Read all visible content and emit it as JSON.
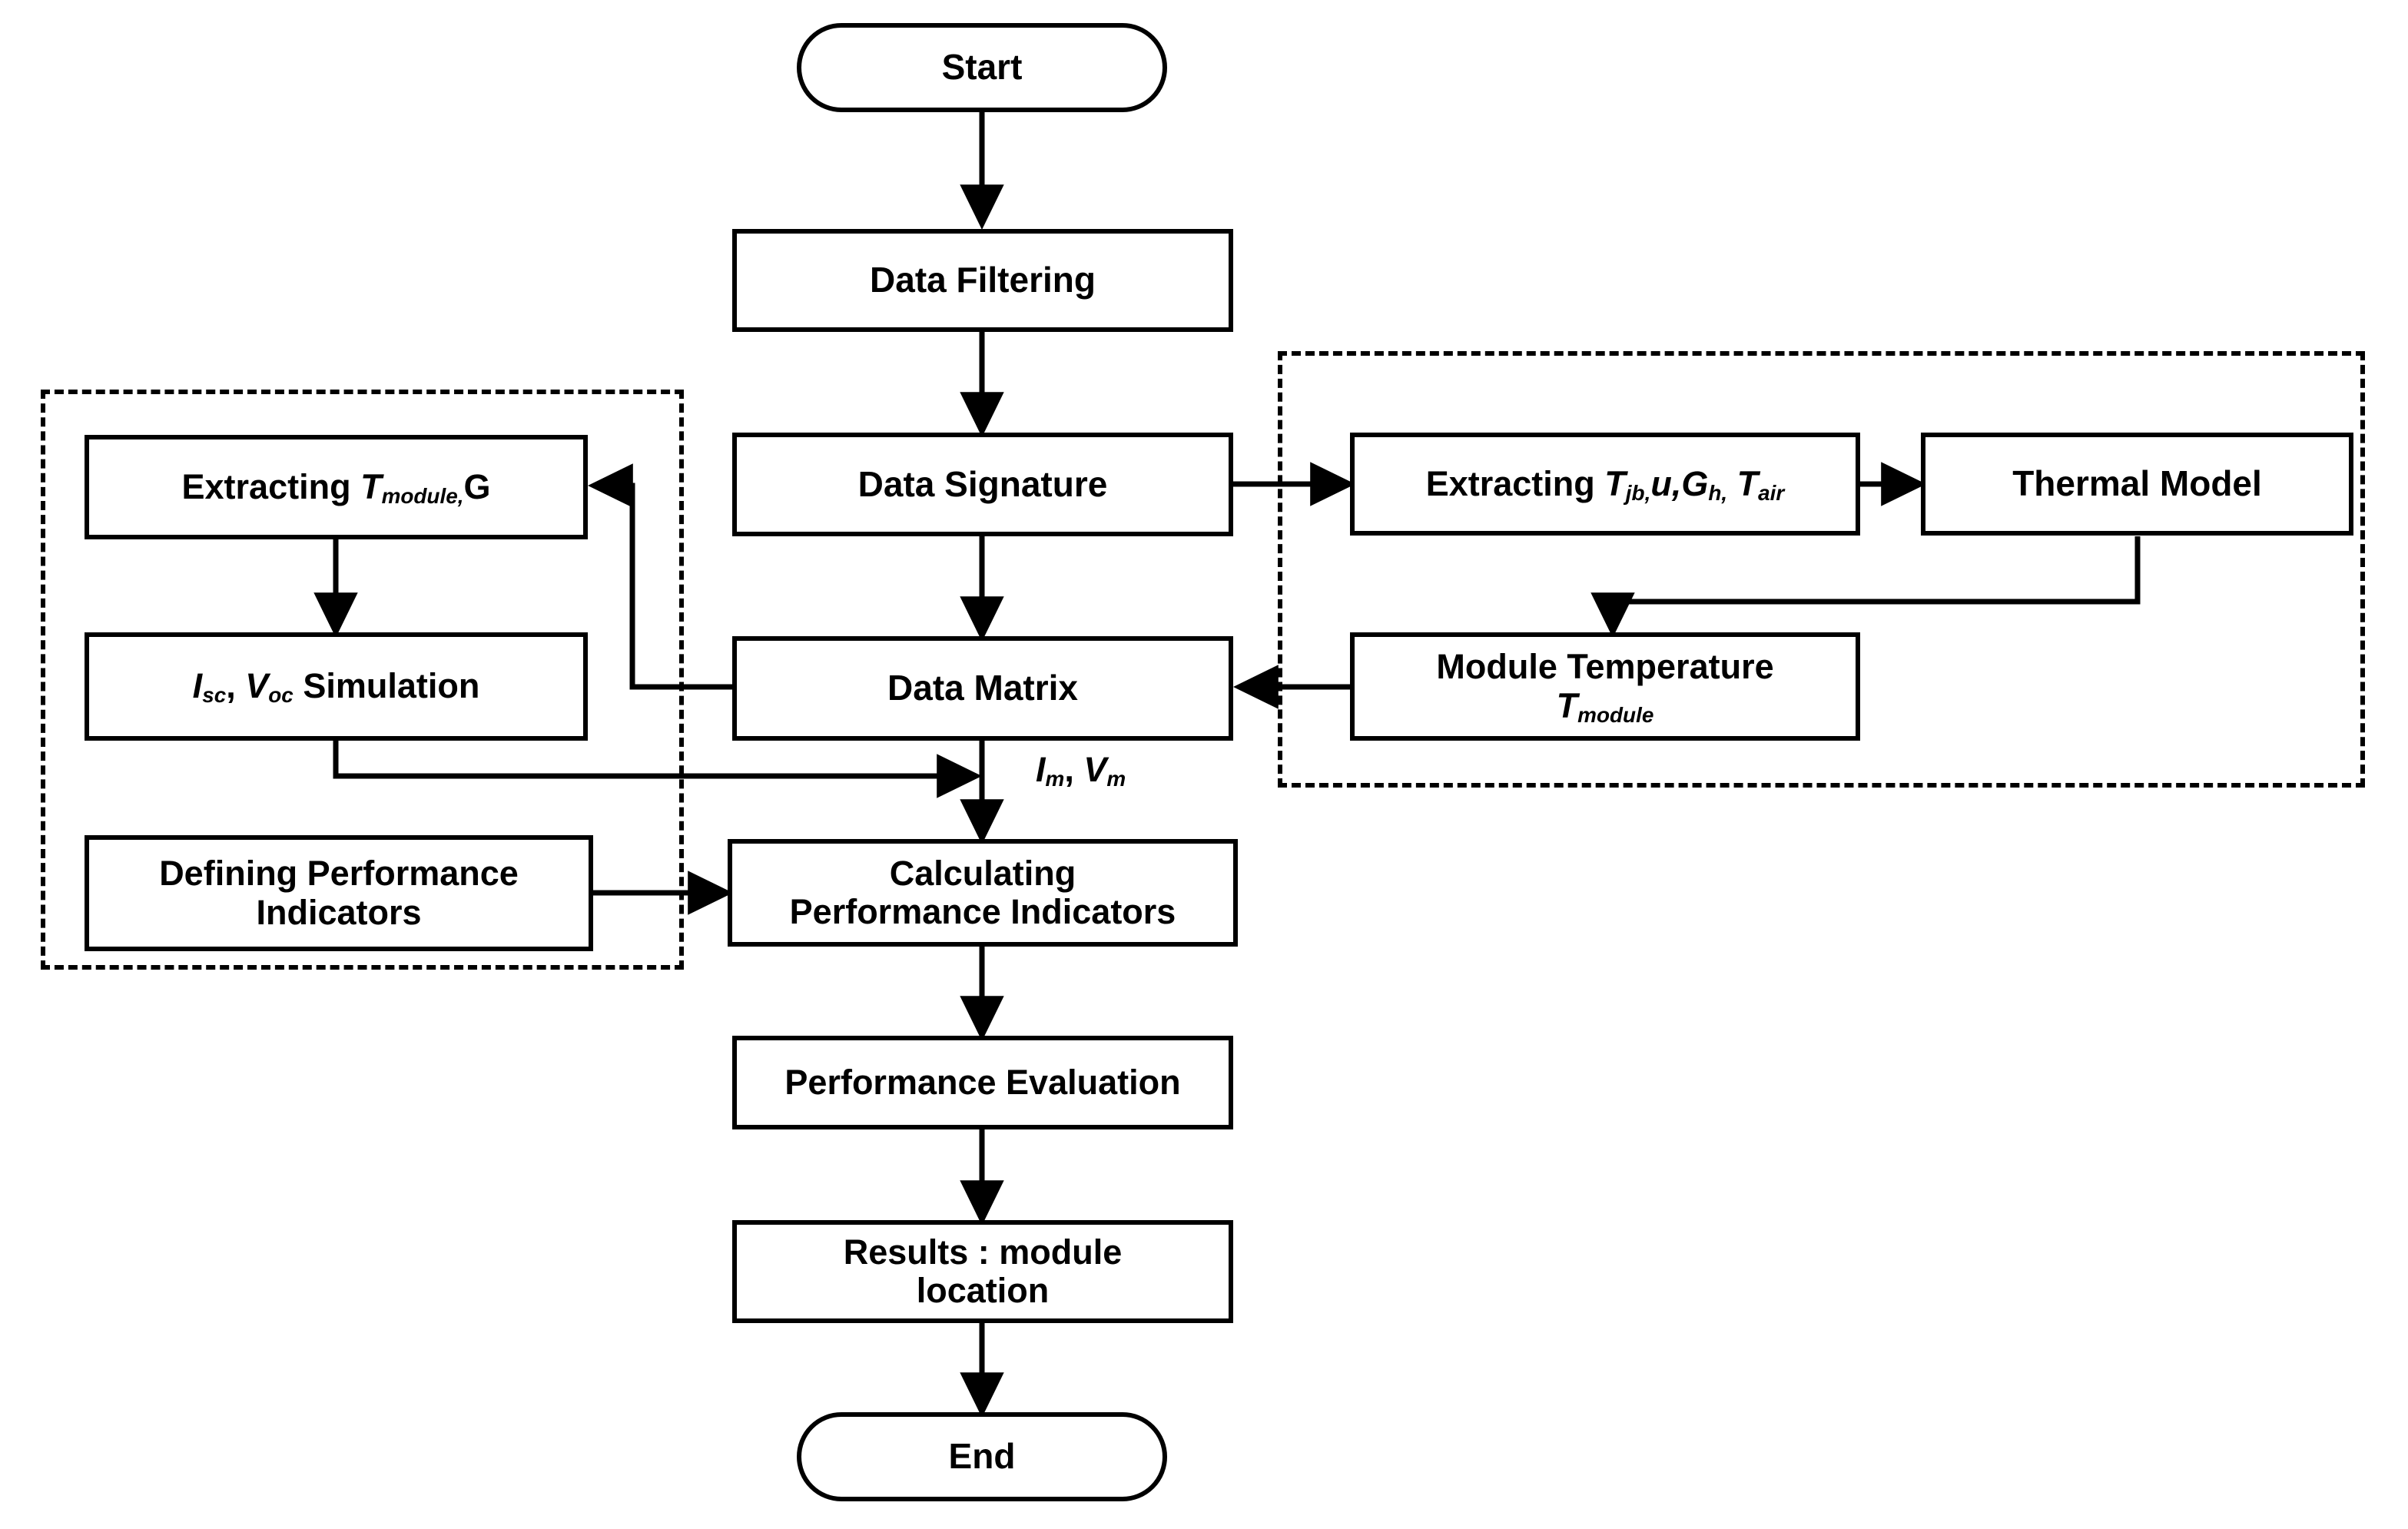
{
  "diagram": {
    "title": "PV module performance evaluation flowchart",
    "stroke_color": "#000000",
    "background_color": "#ffffff",
    "nodes": [
      {
        "id": "start",
        "label": "Start",
        "shape": "terminator"
      },
      {
        "id": "data_filtering",
        "label": "Data Filtering",
        "shape": "process"
      },
      {
        "id": "data_signature",
        "label": "Data Signature",
        "shape": "process"
      },
      {
        "id": "data_matrix",
        "label": "Data Matrix",
        "shape": "process"
      },
      {
        "id": "extract_left",
        "label": "Extracting T_module,G",
        "shape": "process"
      },
      {
        "id": "iv_sim",
        "label": "I_sc, V_oc Simulation",
        "shape": "process"
      },
      {
        "id": "define_pi",
        "label": "Defining Performance Indicators",
        "shape": "process"
      },
      {
        "id": "calc_pi",
        "label": "Calculating Performance Indicators",
        "shape": "process"
      },
      {
        "id": "extract_right",
        "label": "Extracting T_jb,u,G_h, T_air",
        "shape": "process"
      },
      {
        "id": "thermal_model",
        "label": "Thermal Model",
        "shape": "process"
      },
      {
        "id": "module_temp",
        "label": "Module Temperature T_module",
        "shape": "process"
      },
      {
        "id": "perf_eval",
        "label": "Performance Evaluation",
        "shape": "process"
      },
      {
        "id": "results",
        "label": "Results : module location",
        "shape": "process"
      },
      {
        "id": "end",
        "label": "End",
        "shape": "terminator"
      }
    ],
    "labels": {
      "start": "Start",
      "data_filtering": "Data Filtering",
      "data_signature": "Data Signature",
      "data_matrix": "Data Matrix",
      "extract_left_prefix": "Extracting ",
      "extract_left_var1": "T",
      "extract_left_sub1": "module,",
      "extract_left_var2": "G",
      "iv_sim_v1": "I",
      "iv_sim_s1": "sc",
      "iv_sim_sep": ", ",
      "iv_sim_v2": "V",
      "iv_sim_s2": "oc",
      "iv_sim_tail": " Simulation",
      "define_pi_line1": "Defining Performance",
      "define_pi_line2": "Indicators",
      "calc_pi_line1": "Calculating",
      "calc_pi_line2": "Performance Indicators",
      "extract_right_prefix": "Extracting ",
      "extract_right_v1": "T",
      "extract_right_s1": "jb,",
      "extract_right_v2": "u,",
      "extract_right_v3": "G",
      "extract_right_s3": "h,",
      "extract_right_v4": " T",
      "extract_right_s4": "air",
      "thermal_model": "Thermal Model",
      "module_temp_line1": "Module Temperature",
      "module_temp_v": "T",
      "module_temp_sub": "module",
      "perf_eval": "Performance Evaluation",
      "results_line1": "Results : module",
      "results_line2": "location",
      "end": "End",
      "edge_im_vm_v1": "I",
      "edge_im_vm_s1": "m",
      "edge_im_vm_sep": ", ",
      "edge_im_vm_v2": "V",
      "edge_im_vm_s2": "m"
    },
    "groups": [
      {
        "id": "left_group",
        "style": "dashed"
      },
      {
        "id": "right_group",
        "style": "dashed"
      }
    ],
    "edges": [
      {
        "from": "start",
        "to": "data_filtering",
        "label": ""
      },
      {
        "from": "data_filtering",
        "to": "data_signature",
        "label": ""
      },
      {
        "from": "data_signature",
        "to": "data_matrix",
        "label": ""
      },
      {
        "from": "data_signature",
        "to": "extract_right",
        "label": ""
      },
      {
        "from": "extract_right",
        "to": "thermal_model",
        "label": ""
      },
      {
        "from": "thermal_model",
        "to": "module_temp",
        "label": ""
      },
      {
        "from": "module_temp",
        "to": "data_matrix",
        "label": ""
      },
      {
        "from": "data_matrix",
        "to": "extract_left",
        "label": ""
      },
      {
        "from": "extract_left",
        "to": "iv_sim",
        "label": ""
      },
      {
        "from": "iv_sim",
        "to": "calc_pi",
        "label": ""
      },
      {
        "from": "data_matrix",
        "to": "calc_pi",
        "label": "Im, Vm"
      },
      {
        "from": "define_pi",
        "to": "calc_pi",
        "label": ""
      },
      {
        "from": "calc_pi",
        "to": "perf_eval",
        "label": ""
      },
      {
        "from": "perf_eval",
        "to": "results",
        "label": ""
      },
      {
        "from": "results",
        "to": "end",
        "label": ""
      }
    ]
  }
}
